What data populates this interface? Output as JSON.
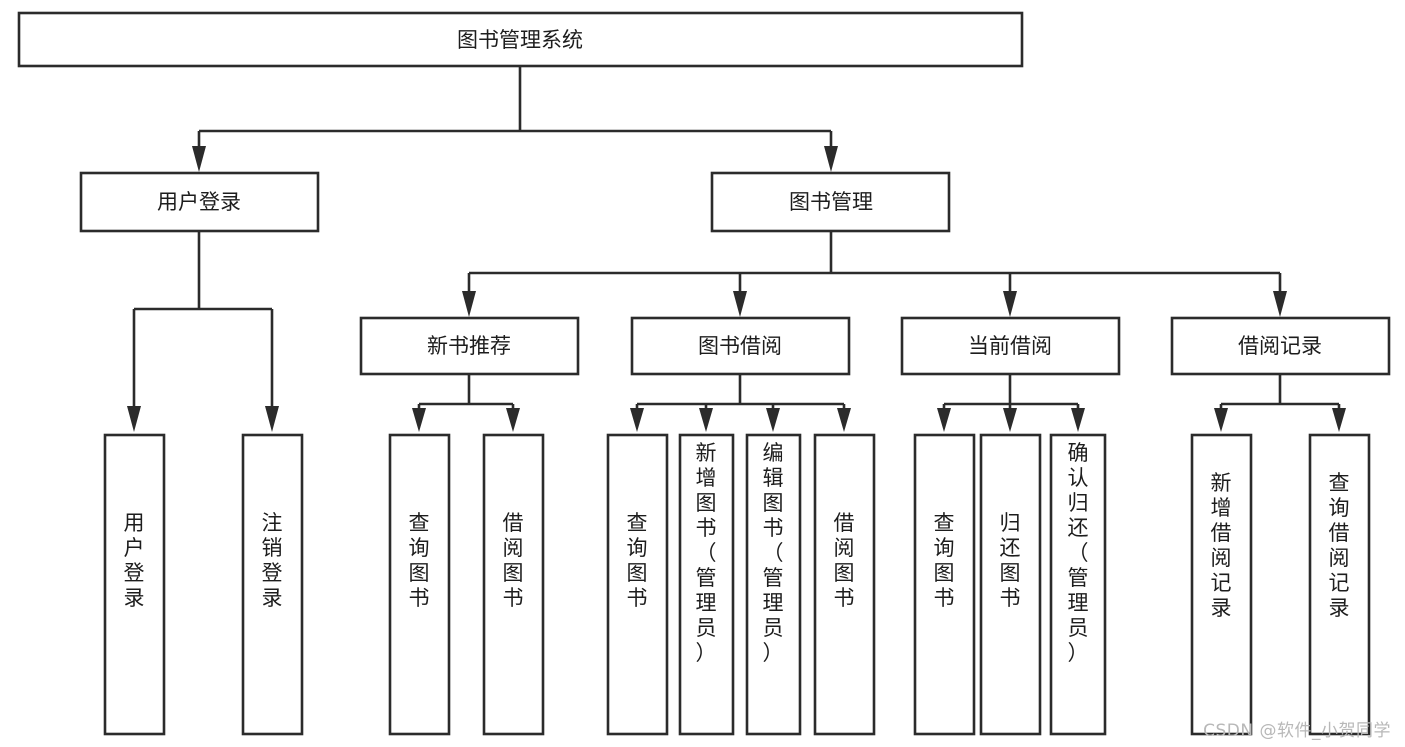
{
  "diagram": {
    "type": "tree-hierarchy",
    "title": "图书管理系统",
    "watermark": "CSDN @软件_小贺同学",
    "levels": {
      "root": {
        "label": "图书管理系统"
      },
      "level2": [
        {
          "id": "user-login",
          "label": "用户登录"
        },
        {
          "id": "book-management",
          "label": "图书管理"
        }
      ],
      "level3": [
        {
          "id": "new-book-recommend",
          "label": "新书推荐",
          "parent": "book-management"
        },
        {
          "id": "book-borrow",
          "label": "图书借阅",
          "parent": "book-management"
        },
        {
          "id": "current-borrow",
          "label": "当前借阅",
          "parent": "book-management"
        },
        {
          "id": "borrow-record",
          "label": "借阅记录",
          "parent": "book-management"
        }
      ],
      "leaves": [
        {
          "id": "leaf-user-login",
          "label": "用户登录",
          "parent": "user-login"
        },
        {
          "id": "leaf-logout-login",
          "label": "注销登录",
          "parent": "user-login"
        },
        {
          "id": "leaf-query-book-1",
          "label": "查询图书",
          "parent": "new-book-recommend"
        },
        {
          "id": "leaf-borrow-book-1",
          "label": "借阅图书",
          "parent": "new-book-recommend"
        },
        {
          "id": "leaf-query-book-2",
          "label": "查询图书",
          "parent": "book-borrow"
        },
        {
          "id": "leaf-add-book",
          "label": "新增图书（管理员）",
          "parent": "book-borrow"
        },
        {
          "id": "leaf-edit-book",
          "label": "编辑图书（管理员）",
          "parent": "book-borrow"
        },
        {
          "id": "leaf-borrow-book-2",
          "label": "借阅图书",
          "parent": "book-borrow"
        },
        {
          "id": "leaf-query-book-3",
          "label": "查询图书",
          "parent": "current-borrow"
        },
        {
          "id": "leaf-return-book",
          "label": "归还图书",
          "parent": "current-borrow"
        },
        {
          "id": "leaf-confirm-return",
          "label": "确认归还（管理员）",
          "parent": "current-borrow"
        },
        {
          "id": "leaf-add-record",
          "label": "新增借阅记录",
          "parent": "borrow-record"
        },
        {
          "id": "leaf-query-record",
          "label": "查询借阅记录",
          "parent": "borrow-record"
        }
      ]
    },
    "colors": {
      "stroke": "#2b2b2b",
      "fill": "#ffffff",
      "text": "#1d1d1d",
      "watermark": "#b8b8b8"
    }
  }
}
